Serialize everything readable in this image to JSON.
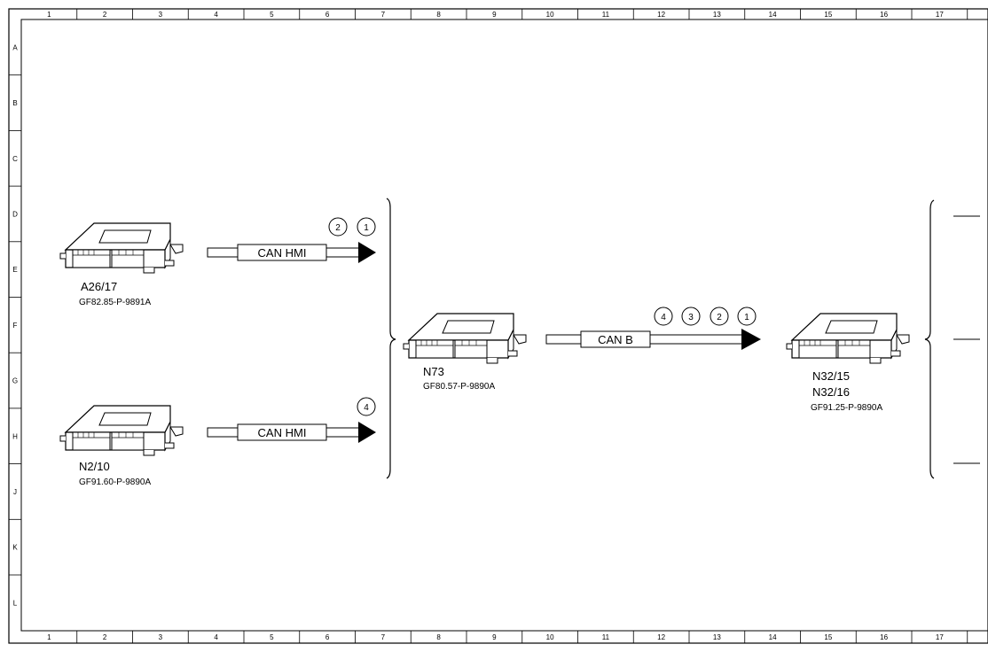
{
  "grid": {
    "columns": [
      "1",
      "2",
      "3",
      "4",
      "5",
      "6",
      "7",
      "8",
      "9",
      "10",
      "11",
      "12",
      "13",
      "14",
      "15",
      "16",
      "17"
    ],
    "rows": [
      "A",
      "B",
      "C",
      "D",
      "E",
      "F",
      "G",
      "H",
      "J",
      "K",
      "L"
    ]
  },
  "components": [
    {
      "id": "a26-17",
      "label_lines": [
        "A26/17"
      ],
      "part_number": "GF82.85-P-9891A"
    },
    {
      "id": "n2-10",
      "label_lines": [
        "N2/10"
      ],
      "part_number": "GF91.60-P-9890A"
    },
    {
      "id": "n73",
      "label_lines": [
        "N73"
      ],
      "part_number": "GF80.57-P-9890A"
    },
    {
      "id": "n32",
      "label_lines": [
        "N32/15",
        "N32/16"
      ],
      "part_number": "GF91.25-P-9890A"
    }
  ],
  "buses": [
    {
      "id": "can-hmi-top",
      "label": "CAN HMI",
      "markers": [
        "2",
        "1"
      ]
    },
    {
      "id": "can-hmi-bottom",
      "label": "CAN HMI",
      "markers": [
        "4"
      ]
    },
    {
      "id": "can-b",
      "label": "CAN B",
      "markers": [
        "4",
        "3",
        "2",
        "1"
      ]
    }
  ],
  "colors": {
    "line": "#000000",
    "background": "#ffffff"
  }
}
